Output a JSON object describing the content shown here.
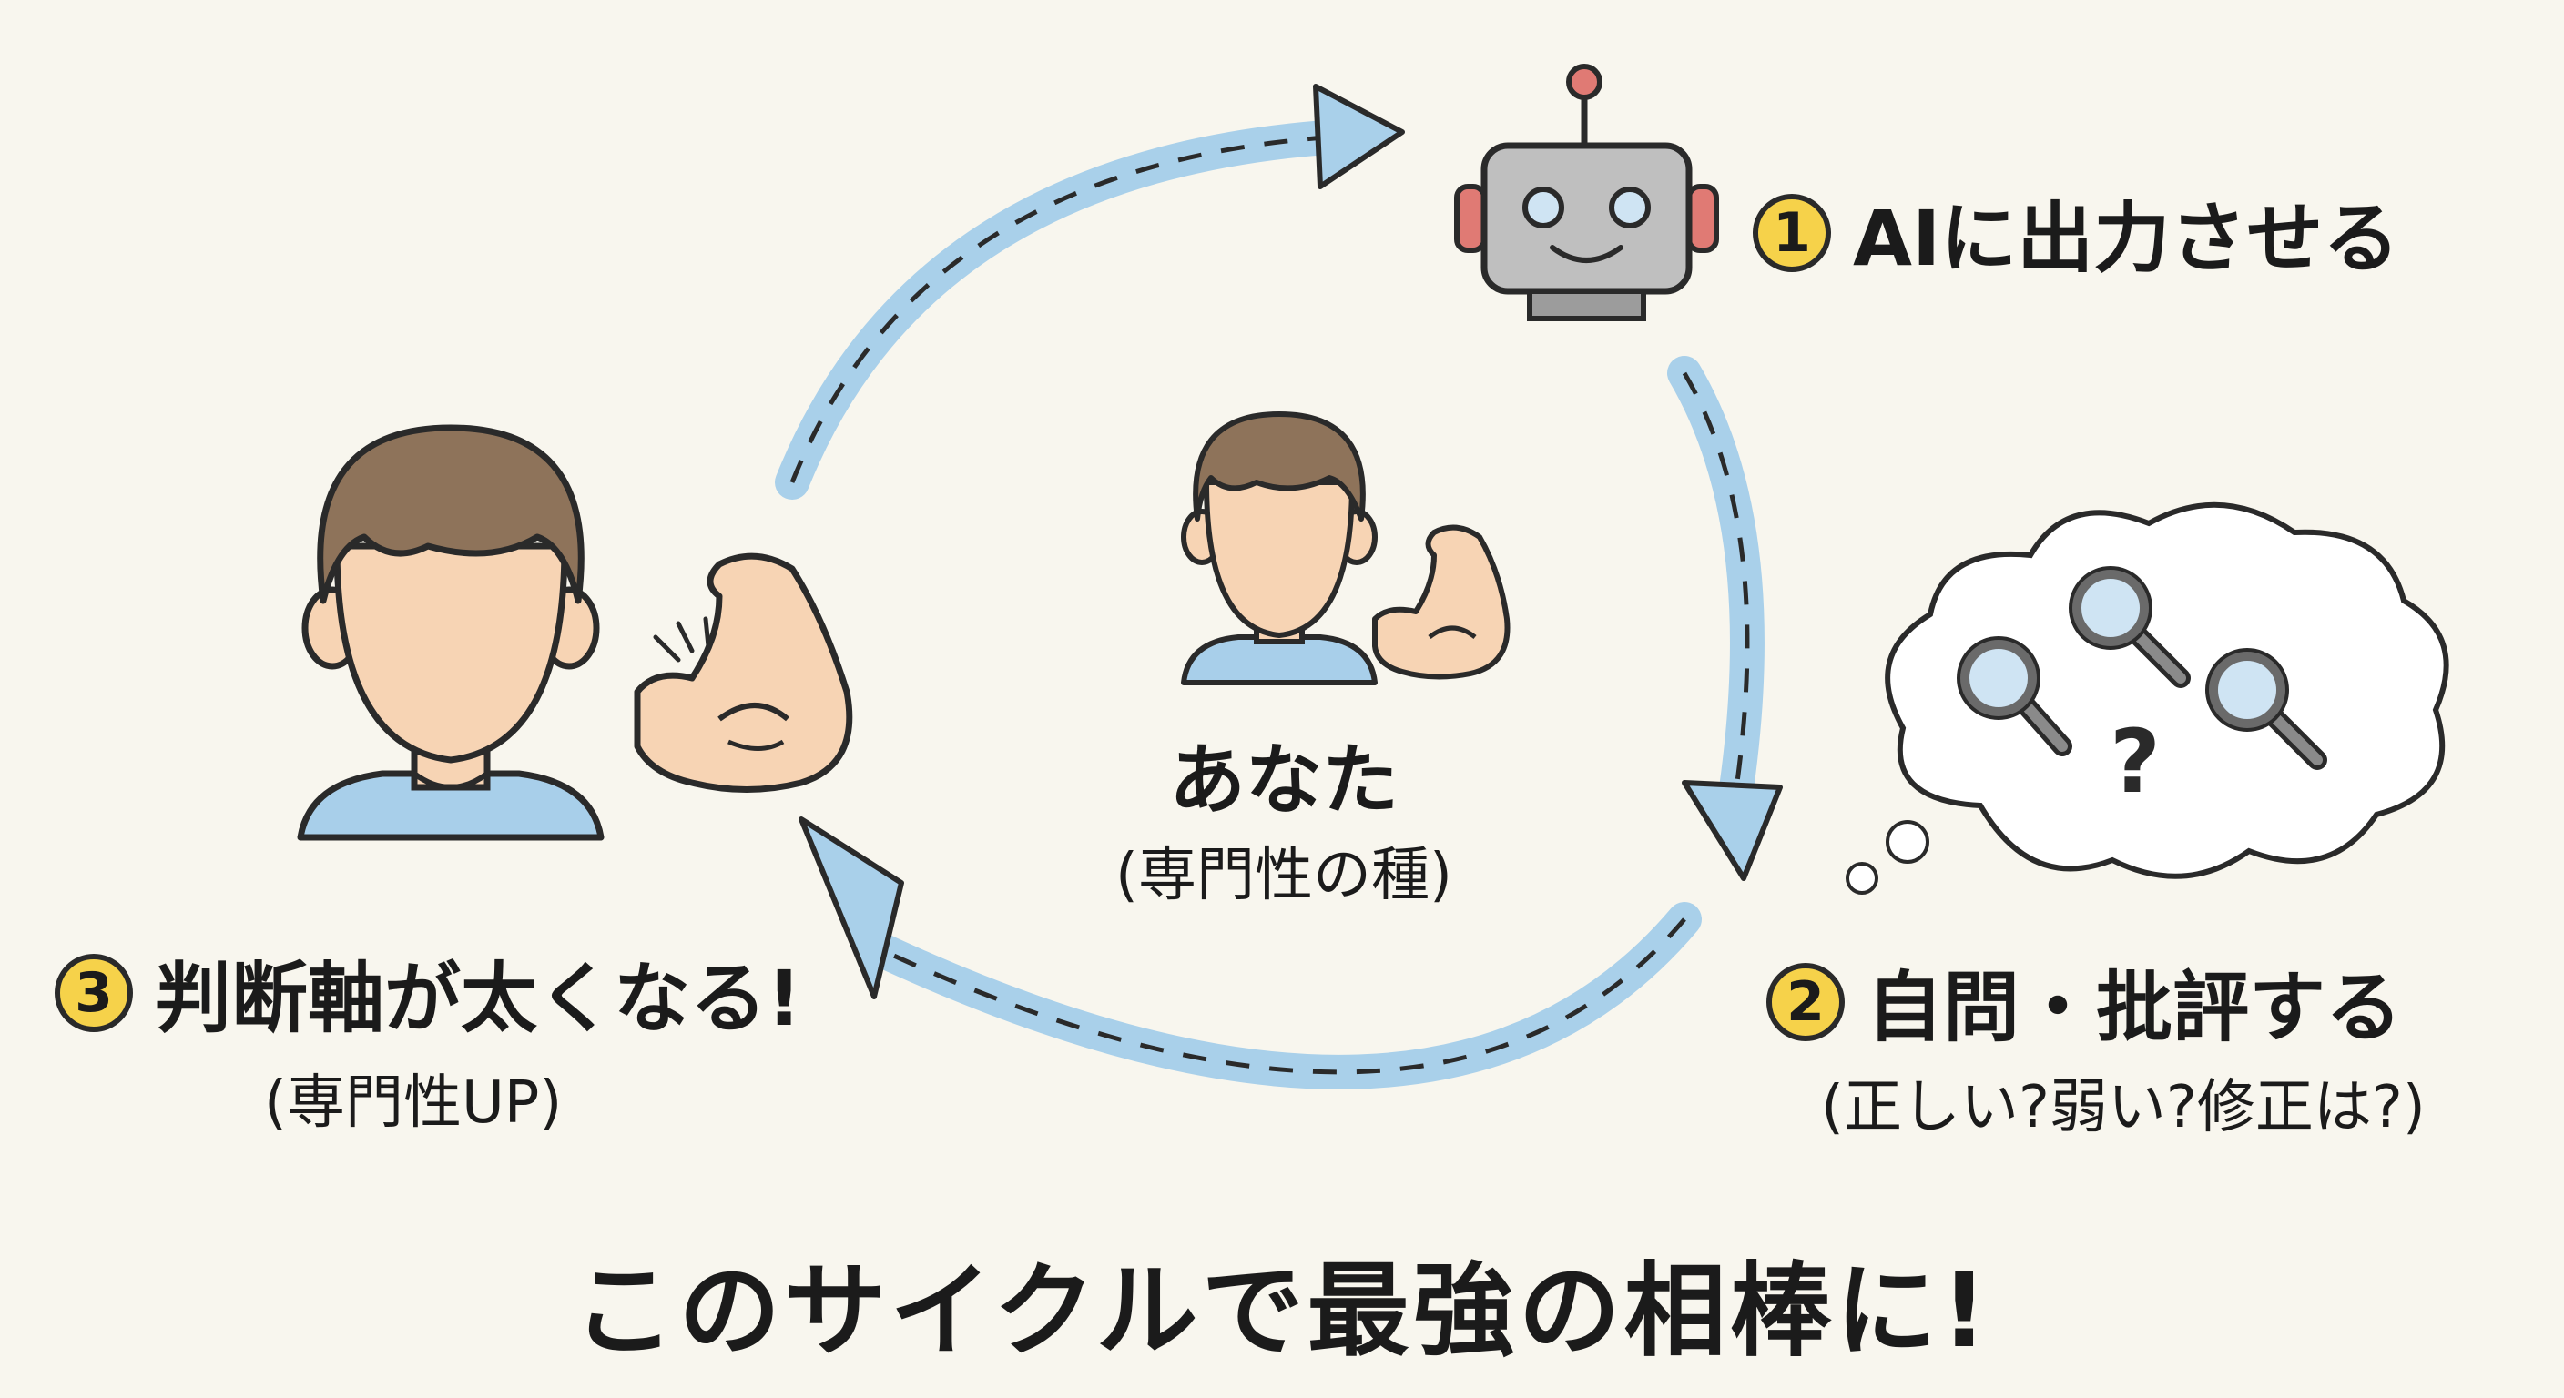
{
  "steps": [
    {
      "number": "1",
      "title": "AIに出力させる",
      "subtitle": ""
    },
    {
      "number": "2",
      "title": "自問・批評する",
      "subtitle": "(正しい?弱い?修正は?)"
    },
    {
      "number": "3",
      "title": "判断軸が太くなる!",
      "subtitle": "(専門性UP)"
    }
  ],
  "center": {
    "title": "あなた",
    "subtitle": "(専門性の種)"
  },
  "footer": {
    "caption": "このサイクルで最強の相棒に!"
  },
  "colors": {
    "arrow": "#a9d0ea",
    "badge": "#f6d24a",
    "skin": "#f7d4b4",
    "hair": "#8e735a",
    "shirt": "#a8cfea",
    "robot": "#bfbfbf",
    "robot_ear": "#e07a74"
  },
  "icons": [
    "robot-icon",
    "thought-cloud-icon",
    "magnifier-icon",
    "question-mark-icon",
    "person-icon",
    "flexed-arm-icon",
    "cycle-arrow-icon"
  ],
  "cloud": {
    "symbol": "?"
  }
}
